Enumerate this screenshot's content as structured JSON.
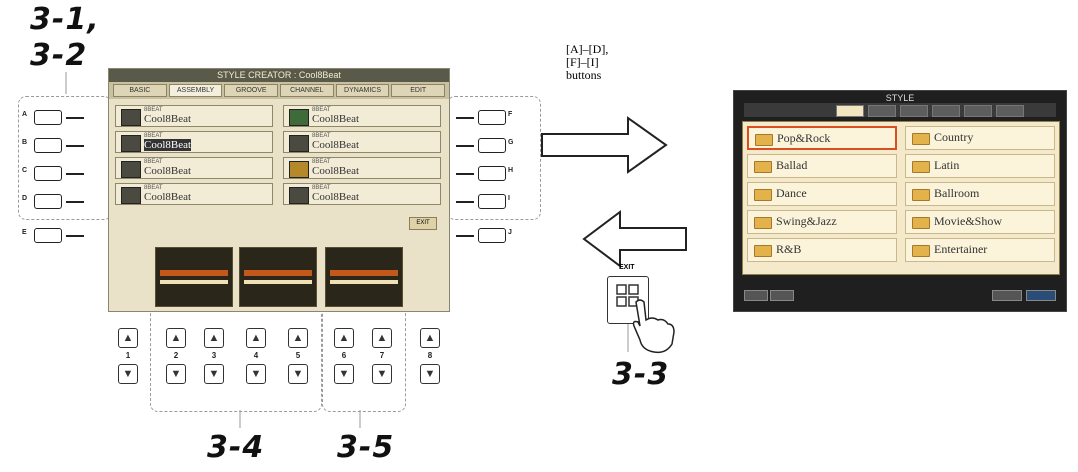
{
  "steps": {
    "s1": "3-1,",
    "s2": "3-2",
    "s3": "3-3",
    "s4": "3-4",
    "s5": "3-5"
  },
  "note": {
    "line1": "[A]–[D],",
    "line2": "[F]–[I]",
    "line3": "buttons"
  },
  "left_panel": {
    "title": "STYLE CREATOR : Cool8Beat",
    "tabs": [
      "BASIC",
      "ASSEMBLY",
      "GROOVE",
      "CHANNEL",
      "DYNAMICS",
      "EDIT"
    ],
    "left_cells": [
      {
        "small": "8BEAT",
        "big": "Cool8Beat"
      },
      {
        "small": "8BEAT",
        "big": "Cool8Beat"
      },
      {
        "small": "8BEAT",
        "big": "Cool8Beat"
      },
      {
        "small": "8BEAT",
        "big": "Cool8Beat"
      }
    ],
    "right_cells": [
      {
        "small": "8BEAT",
        "big": "Cool8Beat"
      },
      {
        "small": "8BEAT",
        "big": "Cool8Beat"
      },
      {
        "small": "8BEAT",
        "big": "Cool8Beat"
      },
      {
        "small": "8BEAT",
        "big": "Cool8Beat"
      }
    ],
    "left_button_labels": [
      "A",
      "B",
      "C",
      "D",
      "E"
    ],
    "right_button_labels": [
      "F",
      "G",
      "H",
      "I",
      "J"
    ],
    "knob_numbers": [
      "1",
      "2",
      "3",
      "4",
      "5",
      "6",
      "7",
      "8"
    ],
    "exit_label": "EXIT"
  },
  "exit_button": {
    "label": "EXIT"
  },
  "right_screen": {
    "title": "STYLE",
    "folders_left": [
      "Pop&Rock",
      "Ballad",
      "Dance",
      "Swing&Jazz",
      "R&B"
    ],
    "folders_right": [
      "Country",
      "Latin",
      "Ballroom",
      "Movie&Show",
      "Entertainer"
    ]
  }
}
